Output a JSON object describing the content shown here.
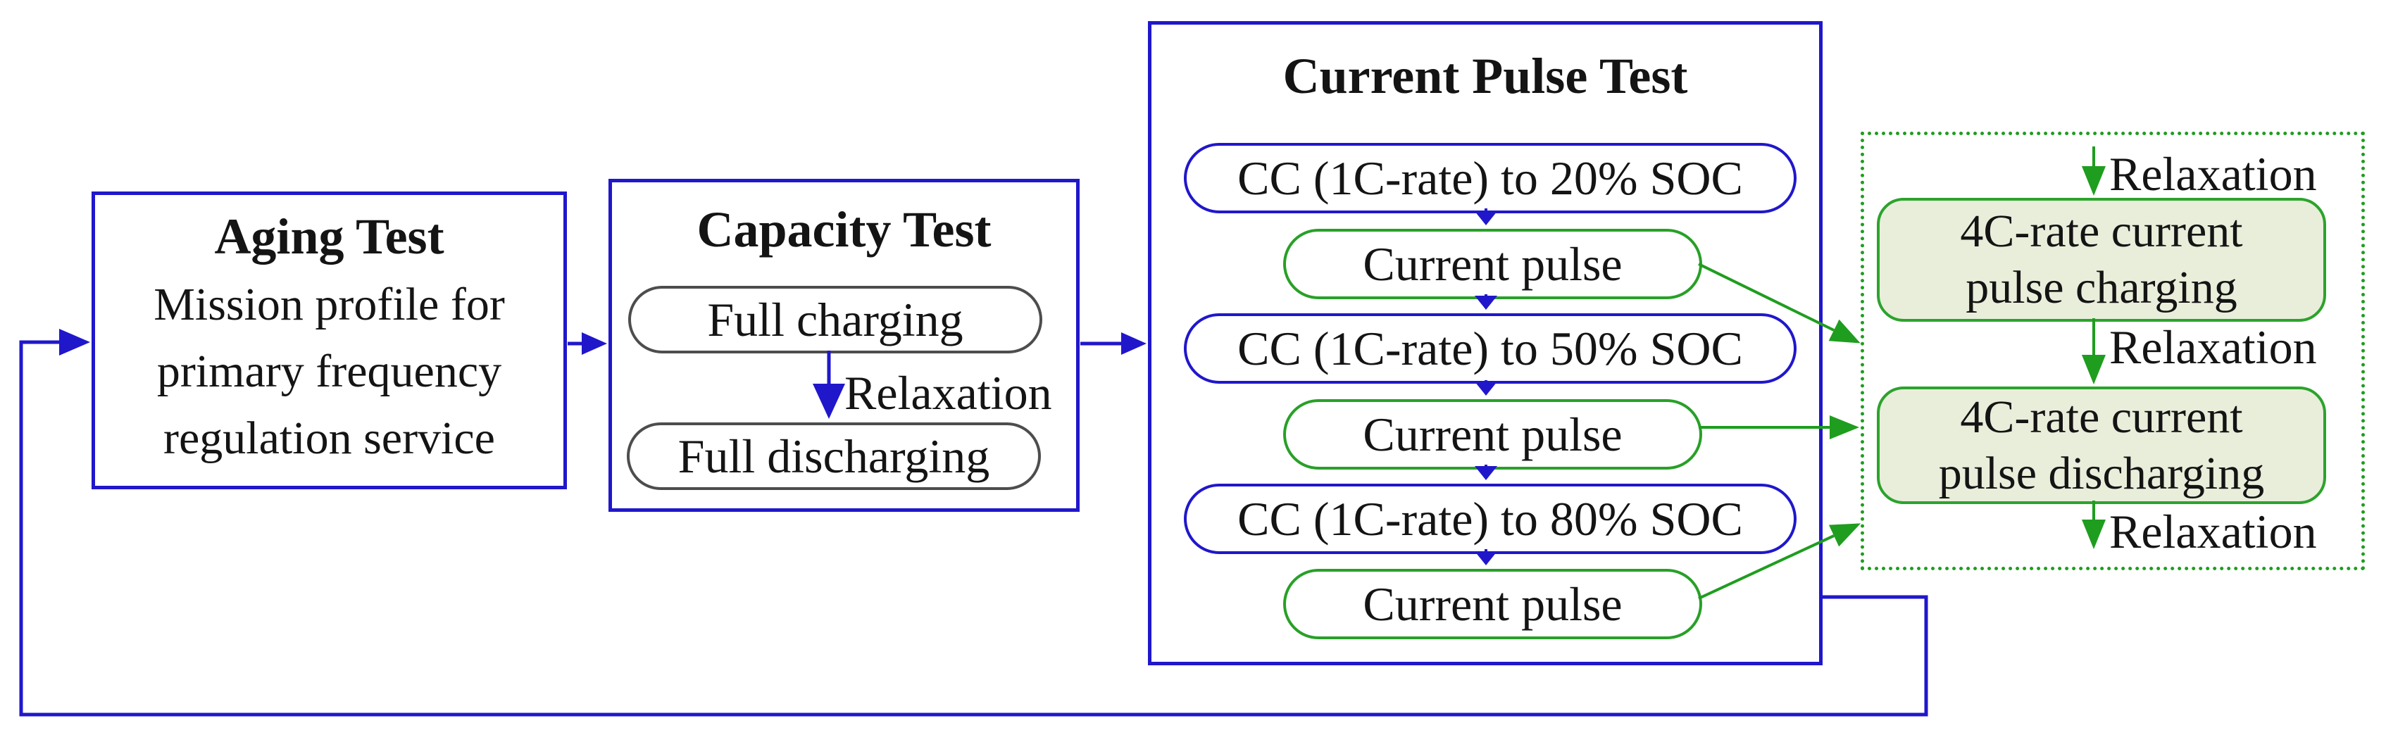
{
  "figure": {
    "background": "#ffffff",
    "colors": {
      "blue": "#2017cb",
      "green": "#1f9d1f",
      "light_green_fill": "#e9eedb",
      "gray_border": "#4d4d4d",
      "text": "#141414"
    },
    "aging_test": {
      "title": "Aging Test",
      "lines": [
        "Mission profile for",
        "primary frequency",
        "regulation service"
      ]
    },
    "capacity_test": {
      "title": "Capacity Test",
      "step1": "Full charging",
      "relaxation_label": "Relaxation",
      "step2": "Full discharging"
    },
    "current_pulse_test": {
      "title": "Current Pulse Test",
      "steps": [
        {
          "label": "CC (1C-rate) to 20% SOC",
          "type": "cc"
        },
        {
          "label": "Current pulse",
          "type": "pulse"
        },
        {
          "label": "CC (1C-rate) to 50% SOC",
          "type": "cc"
        },
        {
          "label": "Current pulse",
          "type": "pulse"
        },
        {
          "label": "CC (1C-rate) to 80% SOC",
          "type": "cc"
        },
        {
          "label": "Current pulse",
          "type": "pulse"
        }
      ]
    },
    "pulse_detail": {
      "relaxation_labels": [
        "Relaxation",
        "Relaxation",
        "Relaxation"
      ],
      "charging_box": {
        "line1": "4C-rate current",
        "line2": "pulse charging"
      },
      "discharging_box": {
        "line1": "4C-rate current",
        "line2": "pulse discharging"
      }
    }
  }
}
